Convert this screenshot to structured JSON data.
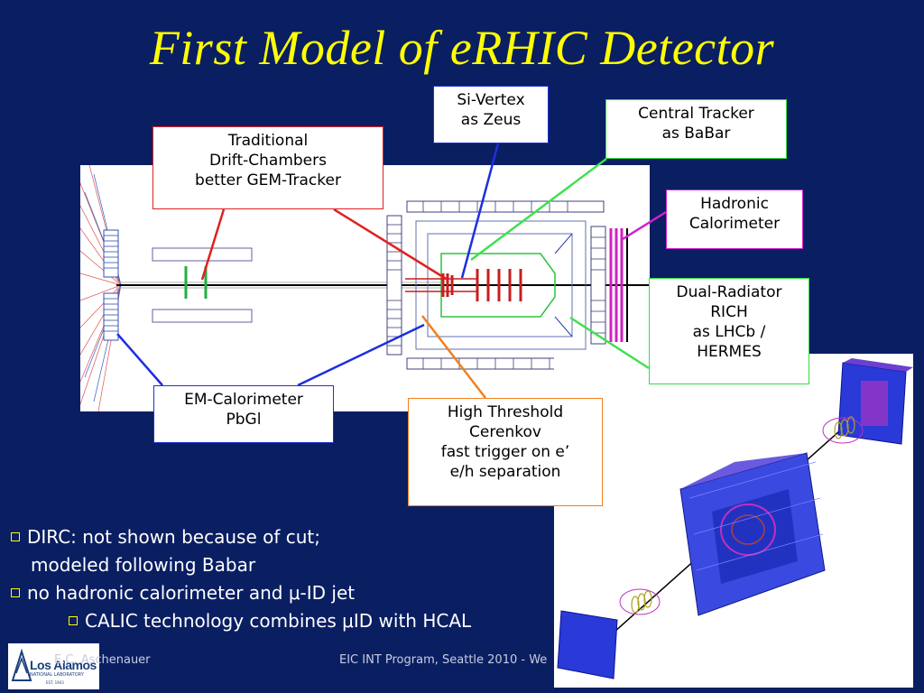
{
  "slide": {
    "title": "First Model of eRHIC Detector",
    "colors": {
      "background": "#0a1e62",
      "title": "#ffff00",
      "bullet_marker": "#ffff00"
    }
  },
  "labels": {
    "si_vertex": [
      "Si-Vertex",
      "as Zeus"
    ],
    "central_tracker": [
      "Central Tracker",
      "as BaBar"
    ],
    "traditional": [
      "Traditional",
      "Drift-Chambers",
      "better GEM-Tracker"
    ],
    "hadronic_calorimeter": [
      "Hadronic",
      "Calorimeter"
    ],
    "dual_radiator_rich": [
      "Dual-Radiator",
      "RICH",
      "as LHCb /",
      "HERMES"
    ],
    "em_calorimeter": [
      "EM-Calorimeter",
      "PbGl"
    ],
    "high_threshold_cerenkov": [
      "High Threshold",
      "Cerenkov",
      "fast trigger on e’",
      "e/h separation"
    ]
  },
  "bullets": {
    "dirc_line1": "DIRC: not shown because of cut;",
    "dirc_line2": "modeled following Babar",
    "no_hcal": "no hadronic calorimeter and μ-ID jet",
    "calic": "CALIC technology combines μID with HCAL"
  },
  "footer": {
    "author": "E.C. Aschenauer",
    "event": "EIC INT Program, Seattle 2010 - We"
  },
  "logo": {
    "name": "Los Alamos",
    "subtitle": "NATIONAL LABORATORY",
    "est": "EST. 1943"
  }
}
